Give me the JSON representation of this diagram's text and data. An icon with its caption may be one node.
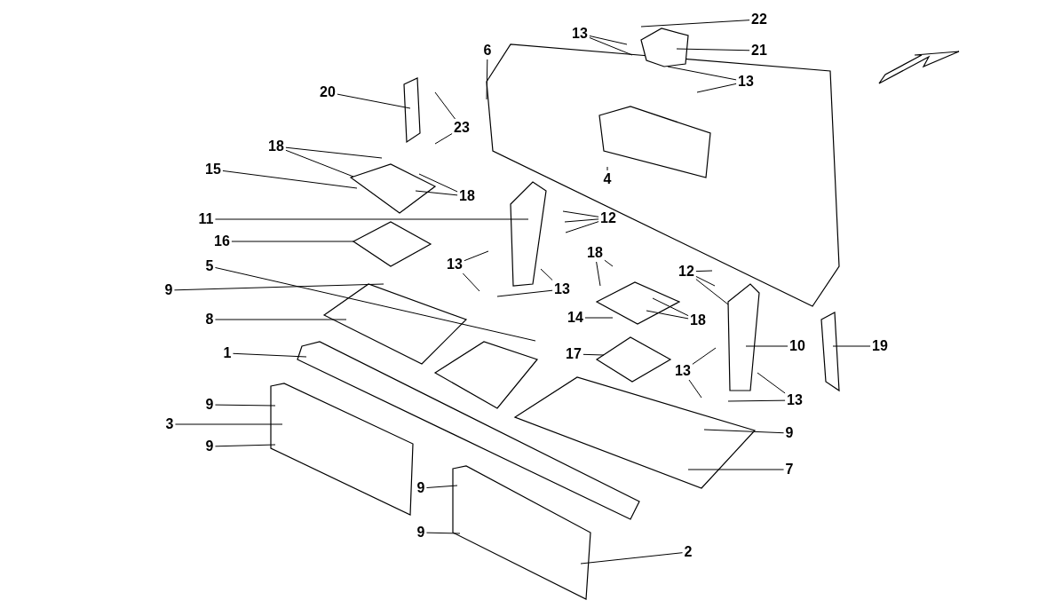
{
  "diagram": {
    "nodes": [
      {
        "text": [
          "22"
        ]
      },
      {
        "text": [
          "13"
        ]
      },
      {
        "text": [
          "21"
        ]
      },
      {
        "text": [
          "6"
        ]
      },
      {
        "text": [
          "13"
        ]
      },
      {
        "text": [
          "20"
        ]
      },
      {
        "text": [
          "23"
        ]
      },
      {
        "text": [
          "18"
        ]
      },
      {
        "text": [
          "15"
        ]
      },
      {
        "text": [
          "4"
        ]
      },
      {
        "text": [
          "18"
        ]
      },
      {
        "text": [
          "11"
        ]
      },
      {
        "text": [
          "12"
        ]
      },
      {
        "text": [
          "16"
        ]
      },
      {
        "text": [
          "5"
        ]
      },
      {
        "text": [
          "13"
        ]
      },
      {
        "text": [
          "18"
        ]
      },
      {
        "text": [
          "12"
        ]
      },
      {
        "text": [
          "9"
        ]
      },
      {
        "text": [
          "13"
        ]
      },
      {
        "text": [
          "8"
        ]
      },
      {
        "text": [
          "14"
        ]
      },
      {
        "text": [
          "18"
        ]
      },
      {
        "text": [
          "19"
        ]
      },
      {
        "text": [
          "10"
        ]
      },
      {
        "text": [
          "1"
        ]
      },
      {
        "text": [
          "17"
        ]
      },
      {
        "text": [
          "13"
        ]
      },
      {
        "text": [
          "9"
        ]
      },
      {
        "text": [
          "13"
        ]
      },
      {
        "text": [
          "3"
        ]
      },
      {
        "text": [
          "9"
        ]
      },
      {
        "text": [
          "9"
        ]
      },
      {
        "text": [
          "7"
        ]
      },
      {
        "text": [
          "9"
        ]
      },
      {
        "text": [
          "9"
        ]
      },
      {
        "text": [
          "2"
        ]
      }
    ],
    "edges": [
      {
        "from": 0,
        "to": null,
        "arrow": "none"
      },
      {
        "from": 1,
        "to": null,
        "arrow": "none"
      },
      {
        "from": 1,
        "to": null,
        "arrow": "none"
      },
      {
        "from": 2,
        "to": null,
        "arrow": "none"
      },
      {
        "from": 3,
        "to": null,
        "arrow": "none"
      },
      {
        "from": 4,
        "to": null,
        "arrow": "none"
      },
      {
        "from": 4,
        "to": null,
        "arrow": "none"
      },
      {
        "from": 5,
        "to": null,
        "arrow": "none"
      },
      {
        "from": 6,
        "to": null,
        "arrow": "none"
      },
      {
        "from": 6,
        "to": null,
        "arrow": "none"
      },
      {
        "from": 7,
        "to": null,
        "arrow": "none"
      },
      {
        "from": 7,
        "to": null,
        "arrow": "none"
      },
      {
        "from": 8,
        "to": null,
        "arrow": "none"
      },
      {
        "from": 9,
        "to": null,
        "arrow": "none"
      },
      {
        "from": 10,
        "to": null,
        "arrow": "none"
      },
      {
        "from": 10,
        "to": null,
        "arrow": "none"
      },
      {
        "from": 11,
        "to": null,
        "arrow": "none"
      },
      {
        "from": 12,
        "to": null,
        "arrow": "none"
      },
      {
        "from": 12,
        "to": null,
        "arrow": "none"
      },
      {
        "from": 12,
        "to": null,
        "arrow": "none"
      },
      {
        "from": 13,
        "to": null,
        "arrow": "none"
      },
      {
        "from": 14,
        "to": null,
        "arrow": "none"
      },
      {
        "from": 15,
        "to": null,
        "arrow": "none"
      },
      {
        "from": 15,
        "to": null,
        "arrow": "none"
      },
      {
        "from": 16,
        "to": null,
        "arrow": "none"
      },
      {
        "from": 16,
        "to": null,
        "arrow": "none"
      },
      {
        "from": 17,
        "to": null,
        "arrow": "none"
      },
      {
        "from": 17,
        "to": null,
        "arrow": "none"
      },
      {
        "from": 17,
        "to": null,
        "arrow": "none"
      },
      {
        "from": 18,
        "to": null,
        "arrow": "none"
      },
      {
        "from": 19,
        "to": null,
        "arrow": "none"
      },
      {
        "from": 19,
        "to": null,
        "arrow": "none"
      },
      {
        "from": 20,
        "to": null,
        "arrow": "none"
      },
      {
        "from": 21,
        "to": null,
        "arrow": "none"
      },
      {
        "from": 22,
        "to": null,
        "arrow": "none"
      },
      {
        "from": 22,
        "to": null,
        "arrow": "none"
      },
      {
        "from": 23,
        "to": null,
        "arrow": "none"
      },
      {
        "from": 24,
        "to": null,
        "arrow": "none"
      },
      {
        "from": 25,
        "to": null,
        "arrow": "none"
      },
      {
        "from": 26,
        "to": null,
        "arrow": "none"
      },
      {
        "from": 27,
        "to": null,
        "arrow": "none"
      },
      {
        "from": 27,
        "to": null,
        "arrow": "none"
      },
      {
        "from": 28,
        "to": null,
        "arrow": "none"
      },
      {
        "from": 29,
        "to": null,
        "arrow": "none"
      },
      {
        "from": 29,
        "to": null,
        "arrow": "none"
      },
      {
        "from": 30,
        "to": null,
        "arrow": "none"
      },
      {
        "from": 31,
        "to": null,
        "arrow": "none"
      },
      {
        "from": 32,
        "to": null,
        "arrow": "none"
      },
      {
        "from": 33,
        "to": null,
        "arrow": "none"
      },
      {
        "from": 34,
        "to": null,
        "arrow": "none"
      },
      {
        "from": 35,
        "to": null,
        "arrow": "none"
      },
      {
        "from": 36,
        "to": null,
        "arrow": "none"
      }
    ]
  }
}
